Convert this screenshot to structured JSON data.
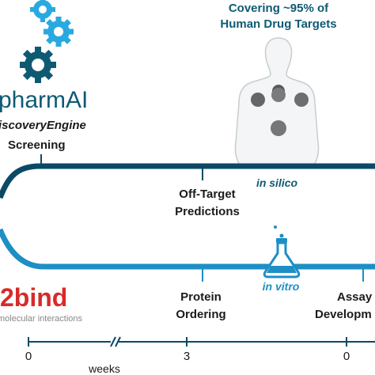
{
  "header": {
    "line1": "Covering ~95% of",
    "line2": "Human Drug Targets"
  },
  "brand_top": {
    "name": "pharmAI",
    "product": "iscoveryEngine",
    "subtitle": "Screening"
  },
  "brand_bottom": {
    "name": "2bind",
    "tagline": "molecular interactions"
  },
  "tracks": {
    "silico": {
      "label": "in silico",
      "milestone": {
        "line1": "Off-Target",
        "line2": "Predictions"
      }
    },
    "vitro": {
      "label": "in vitro",
      "milestones": [
        {
          "line1": "Protein",
          "line2": "Ordering"
        },
        {
          "line1": "Assay",
          "line2": "Developm"
        }
      ]
    }
  },
  "axis": {
    "ticks": [
      "0",
      "3",
      "0"
    ],
    "unit": "weeks"
  },
  "colors": {
    "navy": "#0b4a66",
    "blue": "#1d8fc4",
    "gear_light": "#29a9e1",
    "gear_dark": "#0f5a73",
    "brand_red": "#d82a2a",
    "flask": "#1d8fc4"
  },
  "icons": [
    "gear-icon",
    "human-body-icon",
    "flask-icon"
  ]
}
